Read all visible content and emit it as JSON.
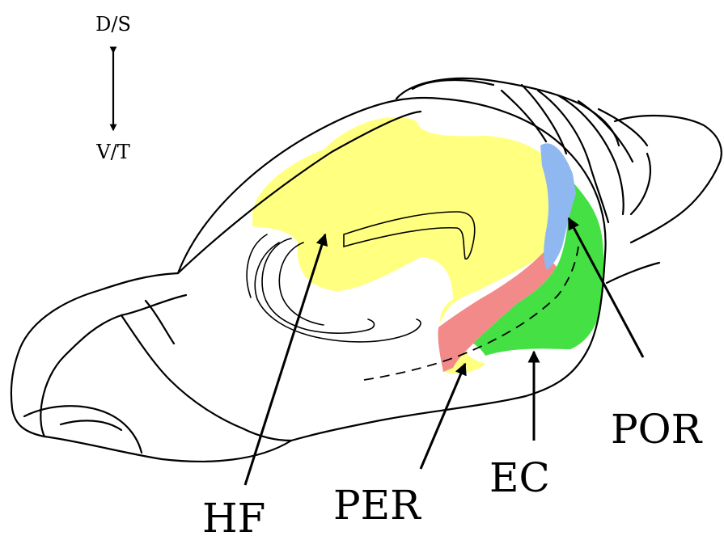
{
  "orientation": {
    "top_label": "D/S",
    "bottom_label": "V/T"
  },
  "regions": {
    "hippocampal_formation": {
      "label": "HF",
      "color": "#ffff80"
    },
    "perirhinal": {
      "label": "PER",
      "color": "#f28a8a"
    },
    "entorhinal": {
      "label": "EC",
      "color": "#44e044"
    },
    "postrhinal": {
      "label": "POR",
      "color": "#8fb8f0"
    }
  }
}
